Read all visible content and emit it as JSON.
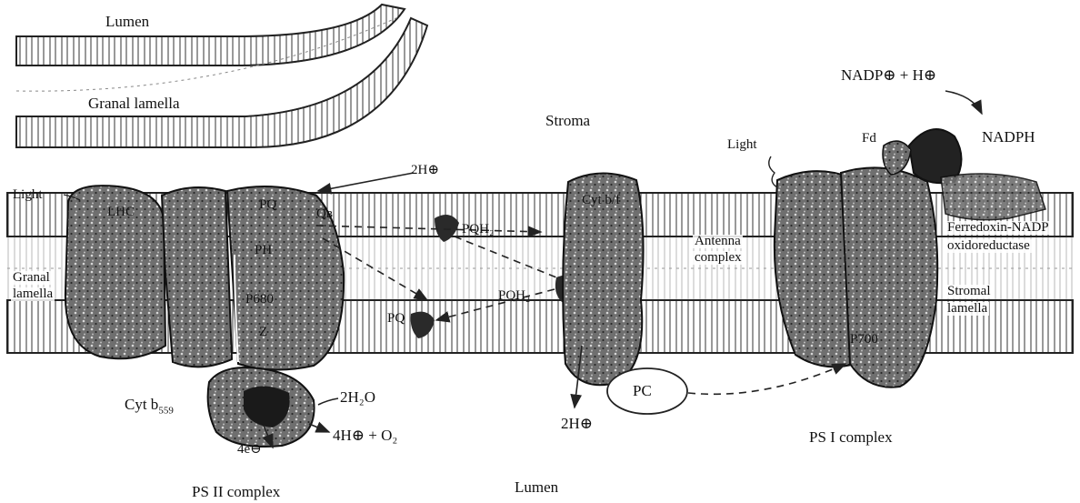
{
  "labels": {
    "lumen_top": "Lumen",
    "granal_lamella_top": "Granal lamella",
    "stroma": "Stroma",
    "nadp": "NADP⊕ + H⊕",
    "nadph": "NADPH",
    "fd": "Fd",
    "light_right": "Light",
    "light_left": "Light",
    "two_h_top": "2H⊕",
    "pq_top": "PQ",
    "qb": "Qʙ",
    "pqh2_upper": "PQH₂",
    "cyt_bf": "Cyt b/f",
    "antenna_line1": "Antenna",
    "antenna_line2": "complex",
    "ferredoxin_line1": "Ferredoxin-NADP",
    "ferredoxin_line2": "oxidoreductase",
    "granal_left_line1": "Granal",
    "granal_left_line2": "lamella",
    "lhc": "LHC",
    "ph": "PH",
    "p680": "P680",
    "z": "Z",
    "pqh2_lower": "PQH₂",
    "pq_lower": "PQ",
    "stromal_line1": "Stromal",
    "stromal_line2": "lamella",
    "p700": "P700",
    "cyt_b559_prefix": "Cyt b",
    "cyt_b559_sub": "559",
    "h2o": "2H₂O",
    "four_h_o2": "4H⊕ + O₂",
    "four_e": "4e⊖",
    "two_h_bottom": "2H⊕",
    "pc": "PC",
    "ps1_complex": "PS I complex",
    "ps2_complex": "PS II complex",
    "lumen_bottom": "Lumen"
  }
}
